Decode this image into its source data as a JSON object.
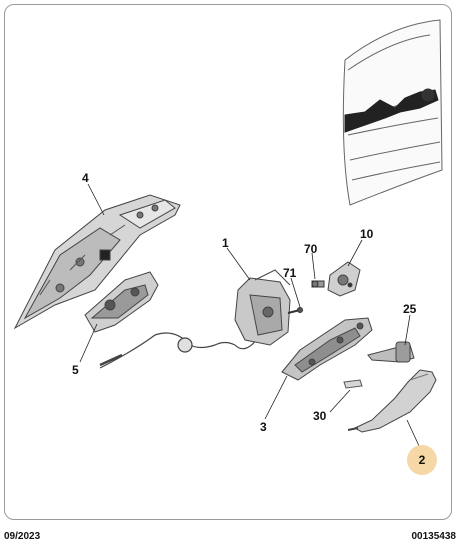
{
  "diagram": {
    "callouts": {
      "c4": "4",
      "c1": "1",
      "c70": "70",
      "c10": "10",
      "c71": "71",
      "c25": "25",
      "c5": "5",
      "c3": "3",
      "c30": "30",
      "c2": "2"
    },
    "highlight_color": "#f6d7a6"
  },
  "footer": {
    "date": "09/2023",
    "reference": "00135438"
  }
}
